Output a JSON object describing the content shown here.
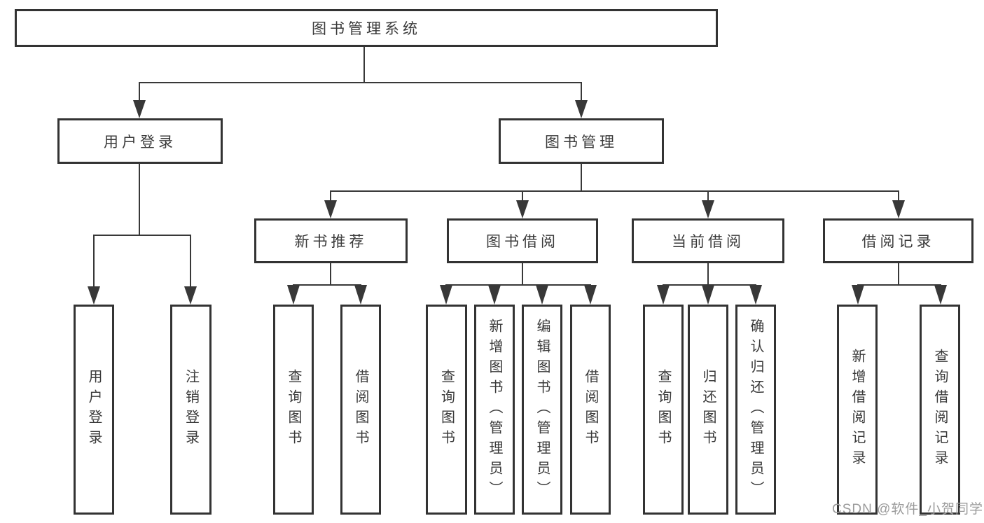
{
  "diagram": {
    "title": "图书管理系统",
    "level2": [
      {
        "label": "用户登录"
      },
      {
        "label": "图书管理"
      }
    ],
    "level3": [
      {
        "label": "新书推荐",
        "parent": "图书管理"
      },
      {
        "label": "图书借阅",
        "parent": "图书管理"
      },
      {
        "label": "当前借阅",
        "parent": "图书管理"
      },
      {
        "label": "借阅记录",
        "parent": "图书管理"
      }
    ],
    "leaves": [
      {
        "label": "用户登录",
        "parent": "用户登录"
      },
      {
        "label": "注销登录",
        "parent": "用户登录"
      },
      {
        "label": "查询图书",
        "parent": "新书推荐"
      },
      {
        "label": "借阅图书",
        "parent": "新书推荐"
      },
      {
        "label": "查询图书",
        "parent": "图书借阅"
      },
      {
        "label": "新增图书（管理员）",
        "parent": "图书借阅"
      },
      {
        "label": "编辑图书（管理员）",
        "parent": "图书借阅"
      },
      {
        "label": "借阅图书",
        "parent": "图书借阅"
      },
      {
        "label": "查询图书",
        "parent": "当前借阅"
      },
      {
        "label": "归还图书",
        "parent": "当前借阅"
      },
      {
        "label": "确认归还（管理员）",
        "parent": "当前借阅"
      },
      {
        "label": "新增借阅记录",
        "parent": "借阅记录"
      },
      {
        "label": "查询借阅记录",
        "parent": "借阅记录"
      }
    ],
    "watermark": "CSDN @软件_小贺同学",
    "colors": {
      "line": "#383838",
      "box_border": "#333333",
      "text": "#3a3a3a",
      "watermark": "#9b9b9b",
      "background": "#ffffff"
    }
  }
}
